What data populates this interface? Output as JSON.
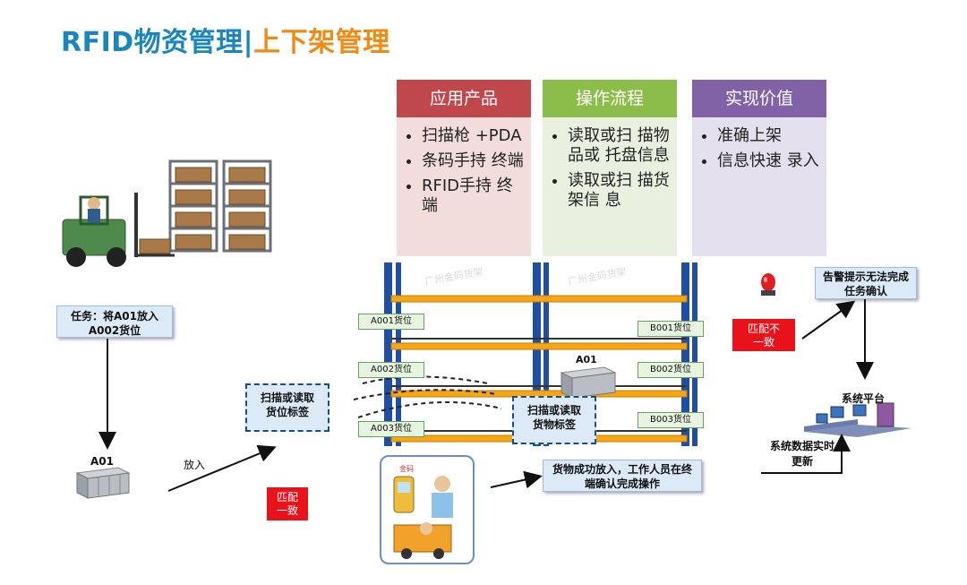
{
  "title": {
    "part1": "RFID物资管理|",
    "part2": "上下架管理"
  },
  "columns": [
    {
      "header": "应用产品",
      "color": "#c0484d",
      "bg": "#f2dcdc",
      "items": [
        "扫描枪 +PDA",
        "条码手持 终端",
        "RFID手持 终端"
      ]
    },
    {
      "header": "操作流程",
      "color": "#8cbd4a",
      "bg": "#e9f0df",
      "items": [
        "读取或扫 描物品或 托盘信息",
        "读取或扫 描货架信 息"
      ]
    },
    {
      "header": "实现价值",
      "color": "#8162a6",
      "bg": "#e5e0ed",
      "items": [
        "准确上架",
        "信息快速 录入"
      ]
    }
  ],
  "task_box": "任务：将A01放入A002货位",
  "left_box_label": "A01",
  "put_in_label": "放入",
  "scan_shelf_box": "扫描或读取货位标签",
  "match_box": "匹配一致",
  "scan_goods_box": "扫描或读取货物标签",
  "shelf_labels_left": [
    "A001货位",
    "A002货位",
    "A003货位"
  ],
  "shelf_labels_right": [
    "B001货位",
    "B002货位",
    "B003货位"
  ],
  "rack_box_label": "A01",
  "success_box": "货物成功放入，工作人员在终端确认完成操作",
  "mismatch_box": "匹配不一致",
  "alarm_box": "告警提示无法完成任务确认",
  "platform_label": "系统平台",
  "sync_box": "系统数据实时更新",
  "rack_watermark": "广州金码货架",
  "device_brand": "金码"
}
